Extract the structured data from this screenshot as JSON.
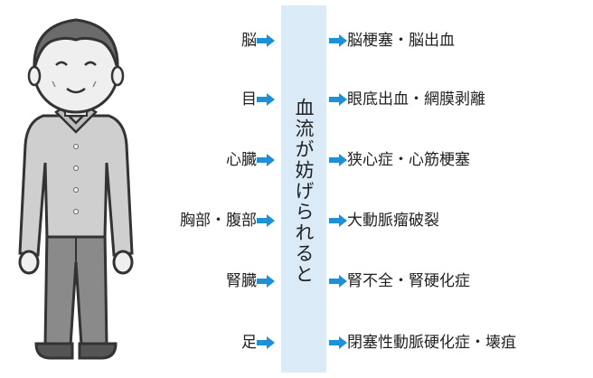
{
  "colors": {
    "arrow": "#1e90d6",
    "band": "#dbeaf7"
  },
  "center_label": "血流が妨げられると",
  "rows": [
    {
      "organ": "脳",
      "effect": "脳梗塞・脳出血"
    },
    {
      "organ": "目",
      "effect": "眼底出血・網膜剥離"
    },
    {
      "organ": "心臓",
      "effect": "狭心症・心筋梗塞"
    },
    {
      "organ": "胸部・腹部",
      "effect": "大動脈瘤破裂"
    },
    {
      "organ": "腎臓",
      "effect": "腎不全・腎硬化症"
    },
    {
      "organ": "足",
      "effect": "閉塞性動脈硬化症・壊疽"
    }
  ],
  "icons": {
    "arrow": "right-arrow-icon",
    "figure": "elderly-man-illustration"
  }
}
